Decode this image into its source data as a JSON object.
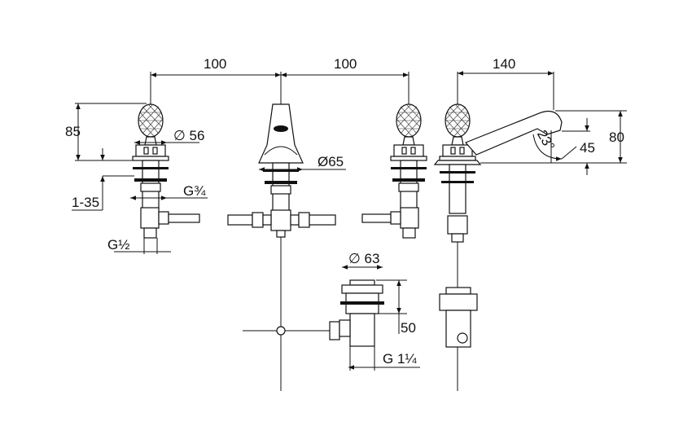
{
  "drawing": {
    "dimensions": {
      "spacing_left": "100",
      "spacing_right": "100",
      "handshower_length": "140",
      "valve_height": "85",
      "valve_diameter": "∅ 56",
      "spout_diameter": "Ø65",
      "handshower_height": "80",
      "handshower_offset": "45",
      "handshower_angle": "23°",
      "thread_upper": "G¾",
      "deck_thickness": "1-35",
      "thread_lower": "G½",
      "waste_diameter": "∅ 63",
      "waste_height": "50",
      "waste_thread": "G 1¼"
    }
  }
}
